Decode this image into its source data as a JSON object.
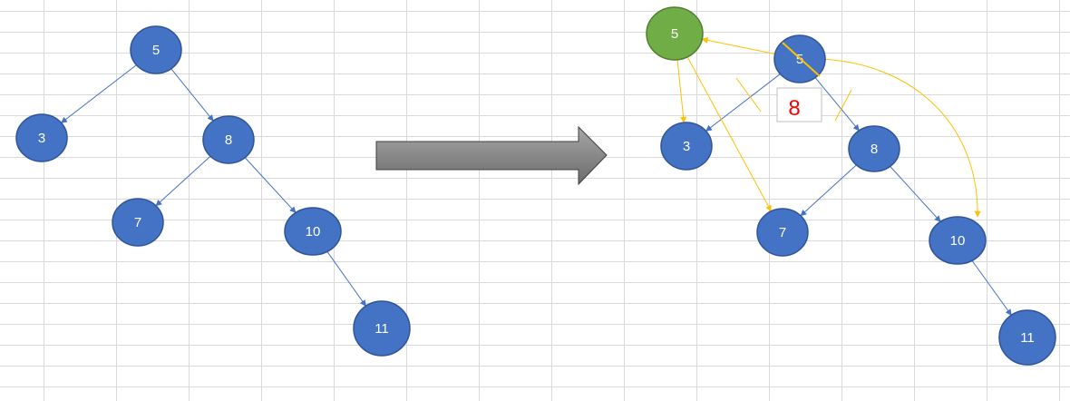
{
  "diagram": {
    "before": {
      "nodes": [
        {
          "id": "b5",
          "label": "5"
        },
        {
          "id": "b3",
          "label": "3"
        },
        {
          "id": "b8",
          "label": "8"
        },
        {
          "id": "b7",
          "label": "7"
        },
        {
          "id": "b10",
          "label": "10"
        },
        {
          "id": "b11",
          "label": "11"
        }
      ],
      "edges": [
        {
          "from": "b5",
          "to": "b3"
        },
        {
          "from": "b5",
          "to": "b8"
        },
        {
          "from": "b8",
          "to": "b7"
        },
        {
          "from": "b8",
          "to": "b10"
        },
        {
          "from": "b10",
          "to": "b11"
        }
      ]
    },
    "after": {
      "nodes": [
        {
          "id": "a5new",
          "label": "5",
          "highlight": true
        },
        {
          "id": "a5",
          "label": "5",
          "crossed_out": true
        },
        {
          "id": "a3",
          "label": "3"
        },
        {
          "id": "a8",
          "label": "8"
        },
        {
          "id": "a7",
          "label": "7"
        },
        {
          "id": "a10",
          "label": "10"
        },
        {
          "id": "a11",
          "label": "11"
        }
      ],
      "edges": [
        {
          "from": "a5",
          "to": "a3",
          "style": "blue"
        },
        {
          "from": "a5",
          "to": "a8",
          "style": "blue"
        },
        {
          "from": "a8",
          "to": "a7",
          "style": "blue"
        },
        {
          "from": "a8",
          "to": "a10",
          "style": "blue"
        },
        {
          "from": "a10",
          "to": "a11",
          "style": "blue"
        },
        {
          "from": "a5new",
          "to": "a3",
          "style": "yellow"
        },
        {
          "from": "a5new",
          "to": "a7",
          "style": "yellow"
        },
        {
          "from": "a5",
          "to": "a5new",
          "style": "yellow"
        },
        {
          "from": "a5",
          "to": "a10",
          "style": "yellow-curve"
        }
      ],
      "annotation_box": {
        "text": "8"
      }
    }
  },
  "colors": {
    "node_fill": "#4472c4",
    "node_stroke": "#2f5597",
    "highlight_fill": "#70ad47",
    "highlight_stroke": "#507e32",
    "edge_blue": "#4472c4",
    "edge_yellow": "#ffc000",
    "arrow_fill_top": "#a6a6a6",
    "arrow_fill_bottom": "#6b6b6b",
    "annotation_text": "#ff0000"
  }
}
